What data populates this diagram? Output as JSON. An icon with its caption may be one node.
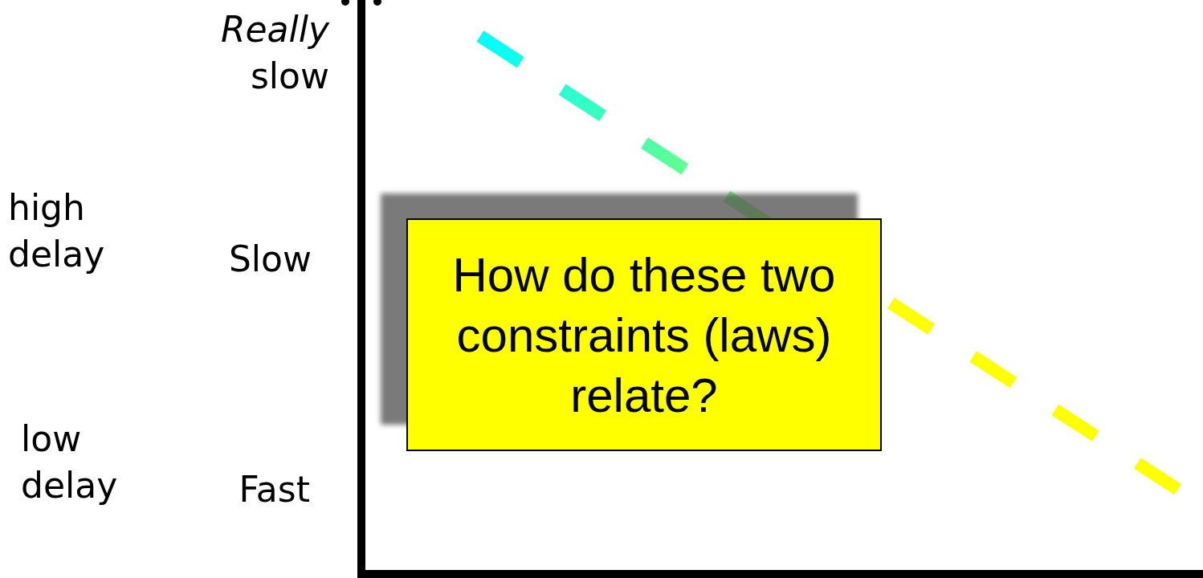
{
  "diagram": {
    "nodes": [
      {
        "text": [
          "How do these two constraints (laws) relate?"
        ]
      }
    ],
    "edges": [],
    "labels": [
      "*Really* slow",
      "high delay",
      "Slow",
      "low delay",
      "Fast"
    ]
  }
}
